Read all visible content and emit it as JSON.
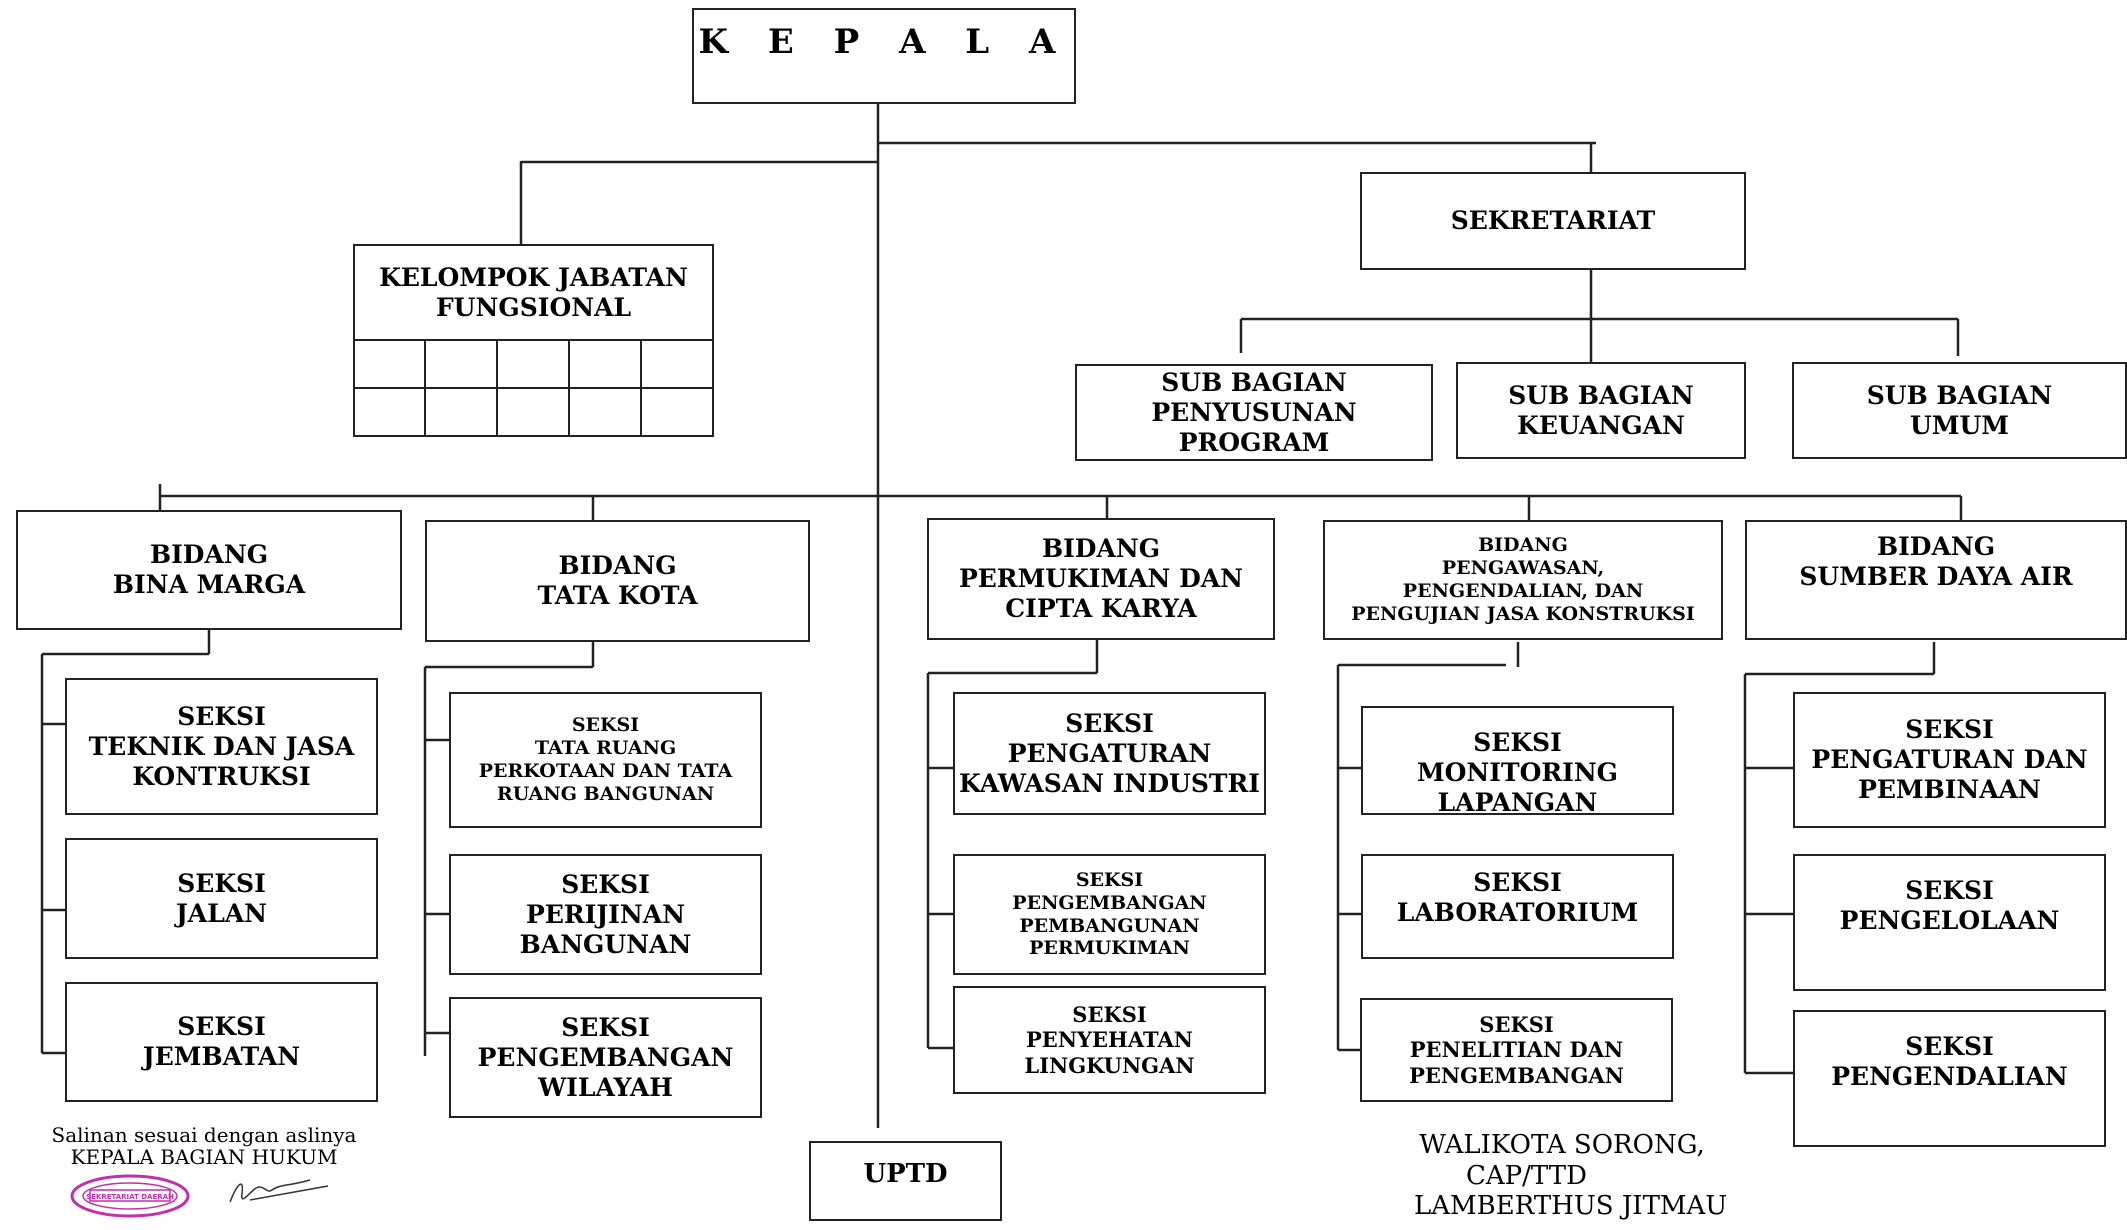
{
  "kepala": "K E P A L A",
  "kelompok": [
    "KELOMPOK JABATAN",
    "FUNGSIONAL"
  ],
  "sekretariat": "SEKRETARIAT",
  "sub_bagian": [
    [
      "SUB BAGIAN",
      "PENYUSUNAN PROGRAM"
    ],
    [
      "SUB BAGIAN",
      "KEUANGAN"
    ],
    [
      "SUB BAGIAN",
      "UMUM"
    ]
  ],
  "bidang": {
    "bina_marga": {
      "title": [
        "BIDANG",
        "BINA MARGA"
      ],
      "seksi": [
        [
          "SEKSI",
          "TEKNIK DAN JASA",
          "KONTRUKSI"
        ],
        [
          "SEKSI",
          "JALAN"
        ],
        [
          "SEKSI",
          "JEMBATAN"
        ]
      ]
    },
    "tata_kota": {
      "title": [
        "BIDANG",
        "TATA KOTA"
      ],
      "seksi": [
        [
          "SEKSI",
          "TATA RUANG",
          "PERKOTAAN DAN TATA",
          "RUANG BANGUNAN"
        ],
        [
          "SEKSI",
          "PERIJINAN",
          "BANGUNAN"
        ],
        [
          "SEKSI",
          "PENGEMBANGAN",
          "WILAYAH"
        ]
      ]
    },
    "permukiman": {
      "title": [
        "BIDANG",
        "PERMUKIMAN DAN",
        "CIPTA KARYA"
      ],
      "seksi": [
        [
          "SEKSI",
          "PENGATURAN",
          "KAWASAN INDUSTRI"
        ],
        [
          "SEKSI",
          "PENGEMBANGAN",
          "PEMBANGUNAN",
          "PERMUKIMAN"
        ],
        [
          "SEKSI",
          "PENYEHATAN",
          "LINGKUNGAN"
        ]
      ]
    },
    "pengawasan": {
      "title": [
        "BIDANG",
        "PENGAWASAN,",
        "PENGENDALIAN, DAN",
        "PENGUJIAN JASA KONSTRUKSI"
      ],
      "seksi": [
        [
          "SEKSI",
          "MONITORING",
          "LAPANGAN"
        ],
        [
          "SEKSI",
          "LABORATORIUM"
        ],
        [
          "SEKSI",
          "PENELITIAN DAN",
          "PENGEMBANGAN"
        ]
      ]
    },
    "sumber_daya_air": {
      "title": [
        "BIDANG",
        "SUMBER DAYA AIR"
      ],
      "seksi": [
        [
          "SEKSI",
          "PENGATURAN DAN",
          "PEMBINAAN"
        ],
        [
          "SEKSI",
          "PENGELOLAAN"
        ],
        [
          "SEKSI",
          "PENGENDALIAN"
        ]
      ]
    }
  },
  "uptd": "UPTD",
  "salinan": [
    "Salinan sesuai dengan aslinya",
    "KEPALA BAGIAN HUKUM"
  ],
  "stamp_text": "SEKRETARIAT DAERAH",
  "walikota": [
    "WALIKOTA SORONG,",
    "CAP/TTD",
    "LAMBERTHUS JITMAU"
  ],
  "colors": {
    "line": "#222222",
    "stamp": "#c02fb0"
  }
}
